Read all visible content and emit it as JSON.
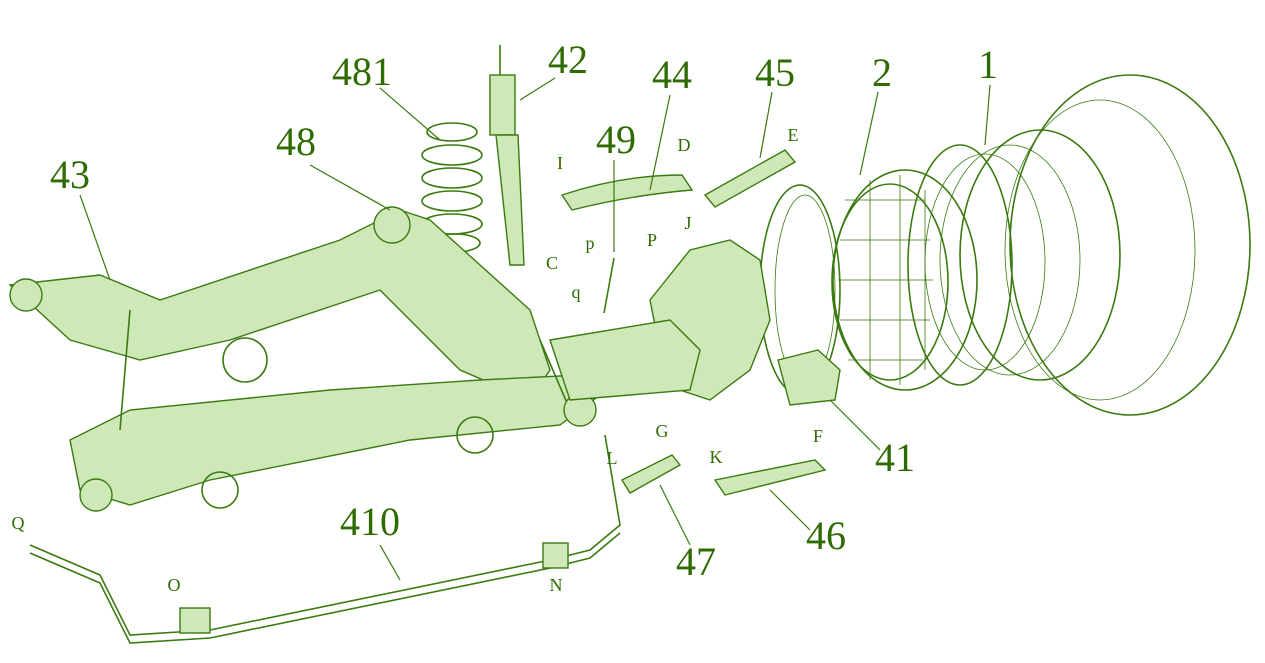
{
  "diagram": {
    "title": "Rear suspension exploded view",
    "color": "#2e6b00",
    "part_numbers": [
      "1",
      "2",
      "41",
      "42",
      "43",
      "44",
      "45",
      "46",
      "47",
      "48",
      "49",
      "410",
      "481"
    ],
    "point_letters": [
      "C",
      "D",
      "E",
      "F",
      "G",
      "I",
      "J",
      "K",
      "L",
      "N",
      "O",
      "P",
      "Q",
      "p",
      "q"
    ]
  }
}
